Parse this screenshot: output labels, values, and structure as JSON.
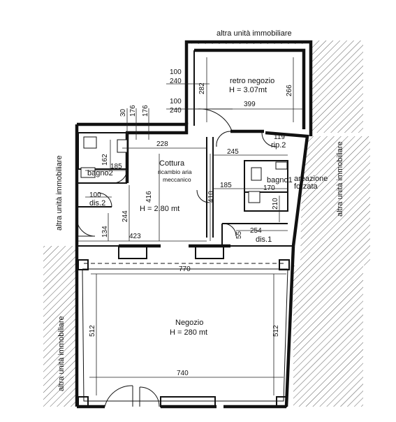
{
  "labels": {
    "top": "altra unità immobiliare",
    "left_upper": "altra unità immobiliare",
    "left_lower": "altra unità immobiliare",
    "right": "altra unità immobiliare"
  },
  "rooms": {
    "retro": {
      "name": "retro negozio",
      "height": "H = 3.07mt"
    },
    "cottura": {
      "name": "Cottura",
      "note1": "ricambio aria",
      "note2": "meccanico",
      "height": "H = 2.80 mt"
    },
    "negozio": {
      "name": "Negozio",
      "height": "H = 280 mt"
    },
    "bagno1": "bagno1",
    "bagno2": "bagno2",
    "dis1": "dis.1",
    "dis2": "dis.2",
    "rip2": "rip.2",
    "areazione1": "areazione",
    "areazione2": "forzata"
  },
  "dimensions": {
    "d100a": "100",
    "d240a": "240",
    "d100b": "100",
    "d240b": "240",
    "d282": "282",
    "d266": "266",
    "d399": "399",
    "d30": "30",
    "d176a": "176",
    "d176b": "176",
    "d119": "119",
    "d228": "228",
    "d162": "162",
    "d245": "245",
    "d185a": "185",
    "d185b": "185",
    "d170": "170",
    "d416": "416",
    "d410": "410",
    "d100c": "100",
    "d210": "210",
    "d244": "244",
    "d134": "134",
    "d254": "254",
    "d55": "55",
    "d423": "423",
    "d770": "770",
    "d512a": "512",
    "d512b": "512",
    "d740": "740"
  }
}
